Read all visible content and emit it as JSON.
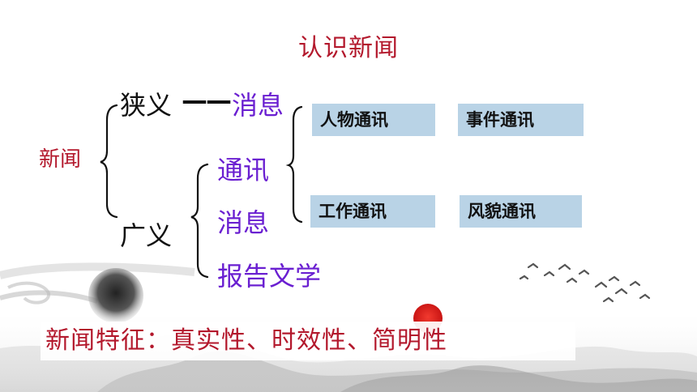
{
  "slide": {
    "title": "认识新闻",
    "root_label": "新闻",
    "narrow": {
      "label": "狭义",
      "dash": "——",
      "value": "消息"
    },
    "broad": {
      "label": "广义",
      "items": [
        "通讯",
        "消息",
        "报告文学"
      ]
    },
    "tags": [
      "人物通讯",
      "事件通讯",
      "工作通讯",
      "风貌通讯"
    ],
    "features": "新闻特征：真实性、时效性、简明性"
  },
  "colors": {
    "title_red": "#b3182c",
    "accent_purple": "#6a1fd1",
    "tag_blue": "#b9d3e6",
    "sun_red": "#d81e1e"
  }
}
